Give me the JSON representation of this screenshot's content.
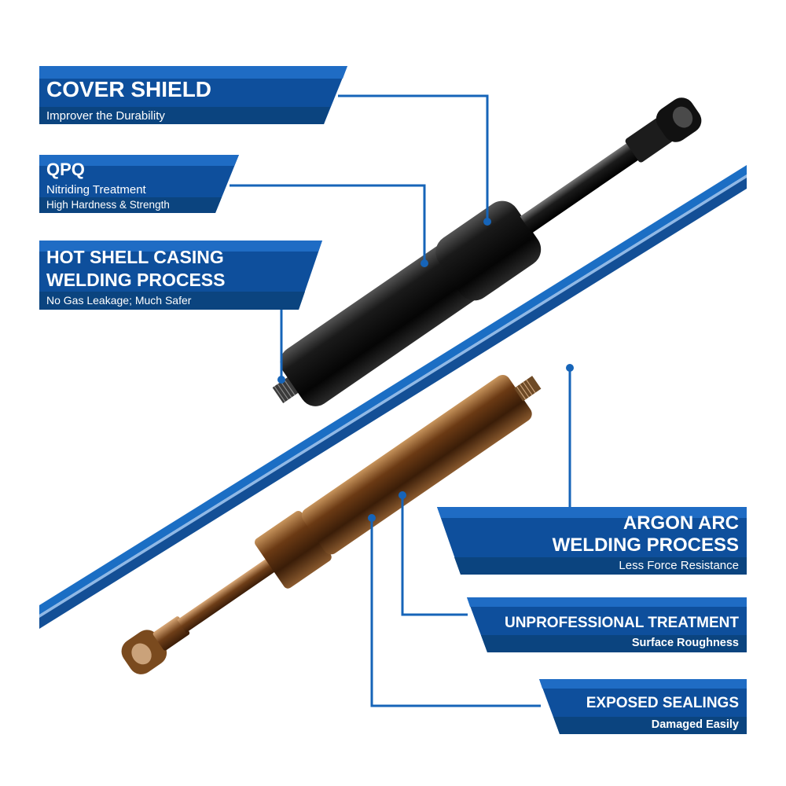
{
  "colors": {
    "banner_dark": "#0e4f9c",
    "banner_light": "#1f6cc4",
    "line": "#1664b8",
    "diagonal_blue": "#1b6ec4",
    "black_strut": "#0c0c0c",
    "bronze_strut": "#7a4a1e"
  },
  "callouts_left": [
    {
      "title": "COVER SHIELD",
      "lines": [
        "Improver the Durability"
      ]
    },
    {
      "title": "QPQ",
      "lines": [
        "Nitriding Treatment",
        "High Hardness & Strength"
      ]
    },
    {
      "title_lines": [
        "HOT SHELL CASING",
        "WELDING PROCESS"
      ],
      "lines": [
        "No Gas Leakage; Much Safer"
      ]
    }
  ],
  "callouts_right": [
    {
      "title_lines": [
        "ARGON ARC",
        "WELDING PROCESS"
      ],
      "lines": [
        "Less Force Resistance"
      ]
    },
    {
      "title": "UNPROFESSIONAL TREATMENT",
      "lines": [
        "Surface Roughness"
      ]
    },
    {
      "title": "EXPOSED SEALINGS",
      "lines": [
        "Damaged Easily"
      ]
    }
  ]
}
